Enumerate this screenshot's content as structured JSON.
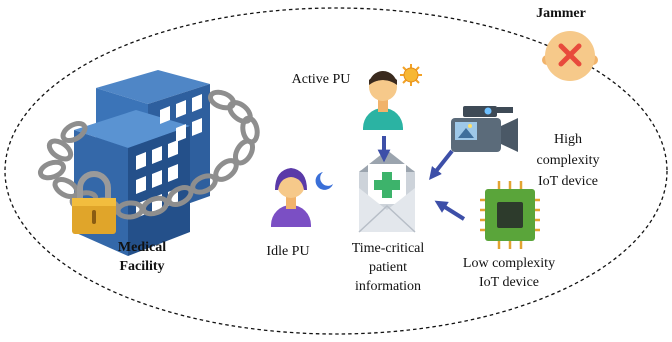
{
  "labels": {
    "jammer": "Jammer",
    "active_pu": "Active PU",
    "idle_pu": "Idle PU",
    "medical_line1": "Medical",
    "medical_line2": "Facility",
    "high_line1": "High",
    "high_line2": "complexity",
    "high_line3": "IoT device",
    "low_line1": "Low complexity",
    "low_line2": "IoT device",
    "info_line1": "Time-critical",
    "info_line2": "patient",
    "info_line3": "information"
  },
  "icons": {
    "building": "hospital-building-icon",
    "lock": "padlock-icon",
    "chain": "chain-icon",
    "active_user": "active-user-icon",
    "idle_user": "idle-user-icon",
    "sun": "sun-icon",
    "moon": "moon-icon",
    "camera": "video-camera-icon",
    "chip": "microchip-icon",
    "envelope": "medical-envelope-icon",
    "jammer": "jammer-face-icon"
  },
  "colors": {
    "arrow": "#3d4fa8",
    "building_blue": "#2e5f9e",
    "active_shirt": "#2bb3a3",
    "idle_shirt": "#7b4fc4",
    "chip_green": "#5aa53a",
    "camera_body": "#5b6b7a",
    "jammer_x": "#e84a3c",
    "jammer_face": "#f6c98a"
  }
}
